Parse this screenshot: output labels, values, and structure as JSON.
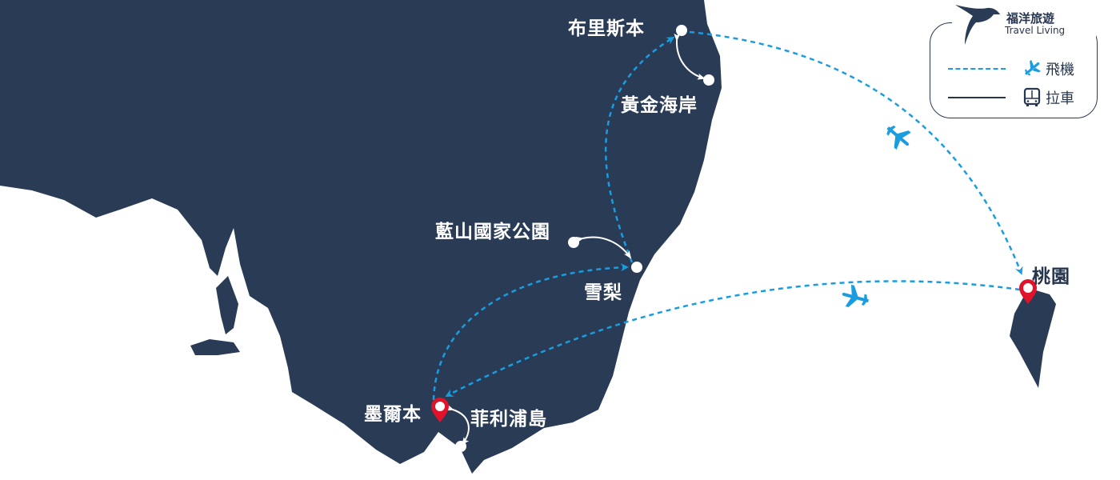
{
  "brand": {
    "name_cn": "福洋旅遊",
    "name_en": "Travel Living"
  },
  "legend": {
    "items": [
      {
        "label": "飛機",
        "icon": "airplane-icon",
        "style": "dashed"
      },
      {
        "label": "拉車",
        "icon": "bus-icon",
        "style": "solid"
      }
    ]
  },
  "cities": {
    "brisbane": "布里斯本",
    "gold_coast": "黃金海岸",
    "blue_mountains": "藍山國家公園",
    "sydney": "雪梨",
    "melbourne": "墨爾本",
    "phillip_island": "菲利浦島",
    "taoyuan": "桃園"
  },
  "colors": {
    "land": "#2a3b56",
    "flight": "#1a9de0",
    "pin": "#e0132a",
    "text_dark": "#27364f"
  }
}
